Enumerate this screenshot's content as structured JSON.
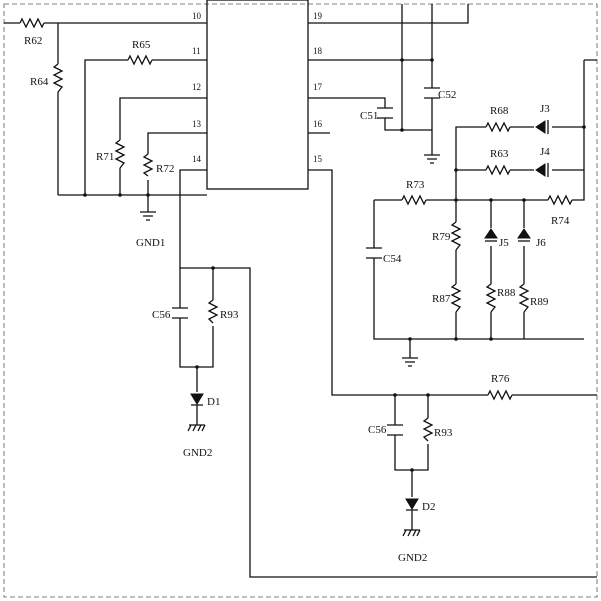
{
  "ic": {
    "pins_left": [
      "10",
      "11",
      "12",
      "13",
      "14"
    ],
    "pins_right": [
      "19",
      "18",
      "17",
      "16",
      "15"
    ]
  },
  "labels": {
    "r62": "R62",
    "r64": "R64",
    "r65": "R65",
    "r71": "R71",
    "r72": "R72",
    "gnd1": "GND1",
    "c51": "C51",
    "c52": "C52",
    "r68": "R68",
    "j3": "J3",
    "r63": "R63",
    "j4": "J4",
    "r73": "R73",
    "r74": "R74",
    "r79": "R79",
    "j5": "J5",
    "j6": "J6",
    "c54": "C54",
    "r87": "R87",
    "r88": "R88",
    "r89": "R89",
    "c56_left": "C56",
    "r93_left": "R93",
    "d1": "D1",
    "gnd2_left": "GND2",
    "r76": "R76",
    "c56_right": "C56",
    "r93_right": "R93",
    "d2": "D2",
    "gnd2_right": "GND2"
  }
}
